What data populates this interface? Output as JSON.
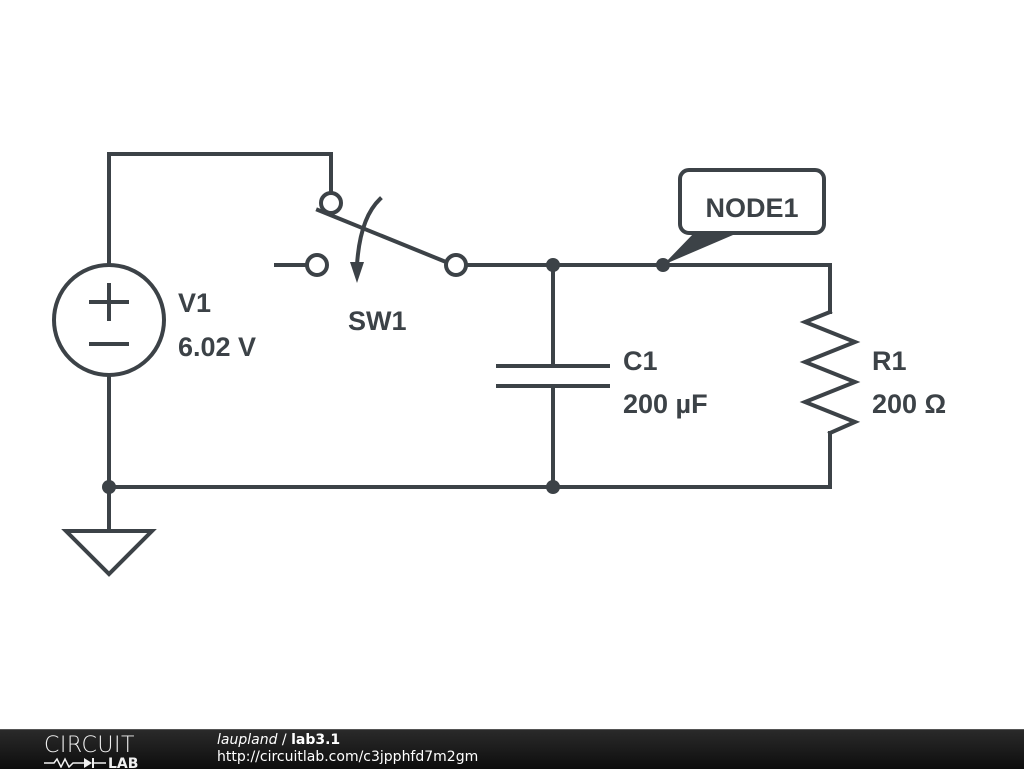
{
  "circuit": {
    "components": [
      {
        "id": "V1",
        "type": "voltage-source",
        "name": "V1",
        "value": "6.02 V"
      },
      {
        "id": "SW1",
        "type": "spdt-switch",
        "name": "SW1"
      },
      {
        "id": "C1",
        "type": "capacitor",
        "name": "C1",
        "value": "200 µF"
      },
      {
        "id": "R1",
        "type": "resistor",
        "name": "R1",
        "value": "200 Ω"
      },
      {
        "id": "GND",
        "type": "ground"
      }
    ],
    "node_label": "NODE1",
    "v1_plus": "+",
    "v1_minus": "−"
  },
  "footer": {
    "logo_top": "CIRCUIT",
    "logo_bottom": "LAB",
    "user": "laupland",
    "separator": " / ",
    "project": "lab3.1",
    "url": "http://circuitlab.com/c3jpphfd7m2gm"
  },
  "colors": {
    "ink": "#3c4247",
    "footer_bg": "#1a1a1a"
  }
}
